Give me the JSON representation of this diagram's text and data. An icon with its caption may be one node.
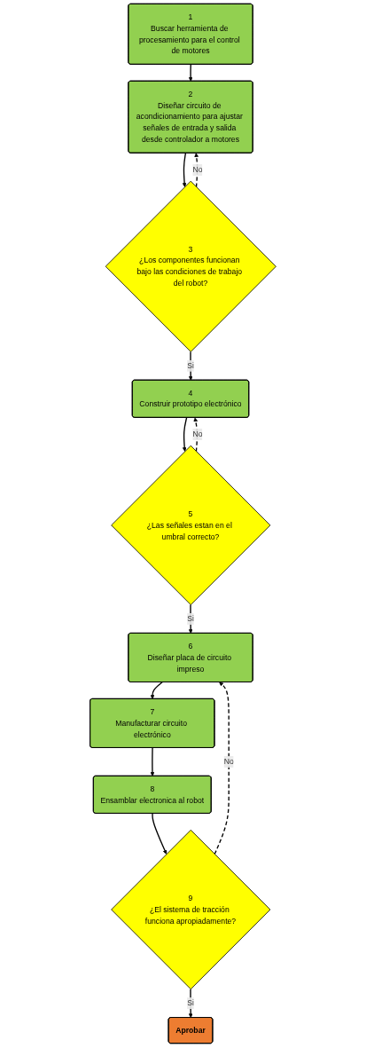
{
  "diagram": {
    "nodes": [
      {
        "text": [
          "1",
          "Buscar herramienta de procesamiento para el control de motores"
        ]
      },
      {
        "text": [
          "2",
          "Diseñar circuito de acondicionamiento para ajustar señales de entrada y salida desde controlador a motores"
        ]
      },
      {
        "text": [
          "3",
          "¿Los componentes funcionan bajo las condiciones de trabajo del robot?"
        ]
      },
      {
        "text": [
          "4",
          "Construir prototipo electrónico"
        ]
      },
      {
        "text": [
          "5",
          "¿Las señales estan en el umbral correcto?"
        ]
      },
      {
        "text": [
          "6",
          "Diseñar placa de circuito impreso"
        ]
      },
      {
        "text": [
          "7",
          "Manufacturar circuito electrónico"
        ]
      },
      {
        "text": [
          "8",
          "Ensamblar electronica al robot"
        ]
      },
      {
        "text": [
          "9",
          "¿El sistema de tracción funciona apropiadamente?"
        ]
      },
      {
        "text": [
          "Aprobar"
        ]
      }
    ],
    "edges": [
      {
        "from": 0,
        "to": 1,
        "arrow": "to"
      },
      {
        "from": 1,
        "to": 2,
        "arrow": "to"
      },
      {
        "from": 2,
        "to": 3,
        "arrow": "to",
        "label": "Si"
      },
      {
        "from": 2,
        "to": 1,
        "arrow": "to",
        "label": "No",
        "style": "dashed"
      },
      {
        "from": 3,
        "to": 4,
        "arrow": "to"
      },
      {
        "from": 4,
        "to": 5,
        "arrow": "to",
        "label": "Si"
      },
      {
        "from": 4,
        "to": 3,
        "arrow": "to",
        "label": "No",
        "style": "dashed"
      },
      {
        "from": 5,
        "to": 6,
        "arrow": "to"
      },
      {
        "from": 6,
        "to": 7,
        "arrow": "to"
      },
      {
        "from": 7,
        "to": 8,
        "arrow": "to"
      },
      {
        "from": 8,
        "to": 9,
        "arrow": "to",
        "label": "Si"
      },
      {
        "from": 8,
        "to": 5,
        "arrow": "to",
        "label": "No",
        "style": "dashed"
      }
    ]
  }
}
